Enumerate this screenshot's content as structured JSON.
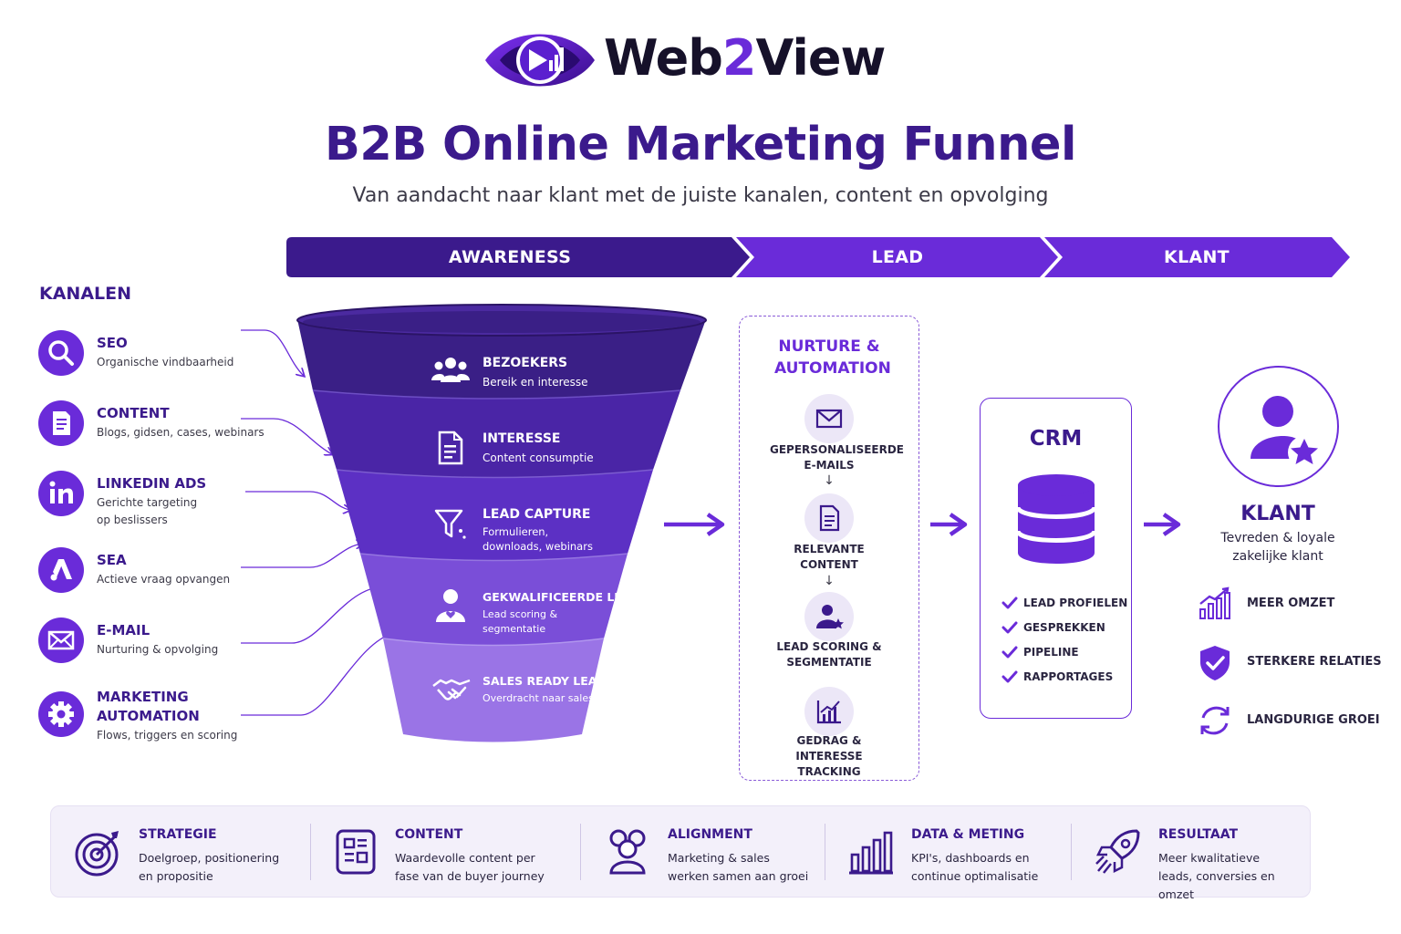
{
  "brand": {
    "name_part1": "Web",
    "name_part2": "2",
    "name_part3": "View"
  },
  "title": "B2B Online Marketing Funnel",
  "subtitle": "Van aandacht naar klant met de juiste kanalen, content en opvolging",
  "stages": [
    "AWARENESS",
    "LEAD",
    "KLANT"
  ],
  "channels": {
    "heading": "KANALEN",
    "items": [
      {
        "title": "SEO",
        "desc": "Organische vindbaarheid",
        "icon": "search-icon"
      },
      {
        "title": "CONTENT",
        "desc": "Blogs, gidsen, cases, webinars",
        "icon": "document-icon"
      },
      {
        "title": "LINKEDIN ADS",
        "desc": "Gerichte targeting op beslissers",
        "icon": "linkedin-icon"
      },
      {
        "title": "SEA",
        "desc": "Actieve vraag opvangen",
        "icon": "google-ads-icon"
      },
      {
        "title": "E-MAIL",
        "desc": "Nurturing & opvolging",
        "icon": "envelope-icon"
      },
      {
        "title": "MARKETING AUTOMATION",
        "desc": "Flows, triggers en scoring",
        "icon": "gear-icon"
      }
    ]
  },
  "funnel": [
    {
      "title": "BEZOEKERS",
      "desc": "Bereik en interesse",
      "icon": "people-icon"
    },
    {
      "title": "INTERESSE",
      "desc": "Content consumptie",
      "icon": "document-icon"
    },
    {
      "title": "LEAD CAPTURE",
      "desc": "Formulieren, downloads, webinars",
      "icon": "funnel-icon"
    },
    {
      "title": "GEKWALIFICEERDE LEAD",
      "desc": "Lead scoring & segmentatie",
      "icon": "user-heart-icon"
    },
    {
      "title": "SALES READY LEAD",
      "desc": "Overdracht naar sales",
      "icon": "handshake-icon"
    }
  ],
  "nurture": {
    "title": "NURTURE & AUTOMATION",
    "steps": [
      {
        "label": "GEPERSONALISEERDE E-MAILS",
        "icon": "envelope-icon"
      },
      {
        "label": "RELEVANTE CONTENT",
        "icon": "document-icon"
      },
      {
        "label": "LEAD SCORING & SEGMENTATIE",
        "icon": "user-star-icon"
      },
      {
        "label": "GEDRAG & INTERESSE TRACKING",
        "icon": "chart-icon"
      }
    ]
  },
  "crm": {
    "title": "CRM",
    "items": [
      "LEAD PROFIELEN",
      "GESPREKKEN",
      "PIPELINE",
      "RAPPORTAGES"
    ]
  },
  "klant": {
    "title": "KLANT",
    "desc": "Tevreden & loyale zakelijke klant",
    "benefits": [
      {
        "label": "MEER OMZET",
        "icon": "growth-chart-icon"
      },
      {
        "label": "STERKERE RELATIES",
        "icon": "shield-check-icon"
      },
      {
        "label": "LANGDURIGE GROEI",
        "icon": "cycle-icon"
      }
    ]
  },
  "footer": [
    {
      "title": "STRATEGIE",
      "desc": "Doelgroep, positionering en propositie",
      "icon": "target-icon"
    },
    {
      "title": "CONTENT",
      "desc": "Waardevolle content per fase van de buyer journey",
      "icon": "layout-icon"
    },
    {
      "title": "ALIGNMENT",
      "desc": "Marketing & sales werken samen aan groei",
      "icon": "team-icon"
    },
    {
      "title": "DATA & METING",
      "desc": "KPI's, dashboards en continue optimalisatie",
      "icon": "bar-chart-icon"
    },
    {
      "title": "RESULTAAT",
      "desc": "Meer kwalitatieve leads, conversies en omzet",
      "icon": "rocket-icon"
    }
  ],
  "colors": {
    "dark_purple": "#3b1a8c",
    "purple": "#6a2bd9",
    "funnel": [
      "#3a1f86",
      "#4a25a6",
      "#5c30c4",
      "#7a4ed8",
      "#9a74e6"
    ]
  }
}
